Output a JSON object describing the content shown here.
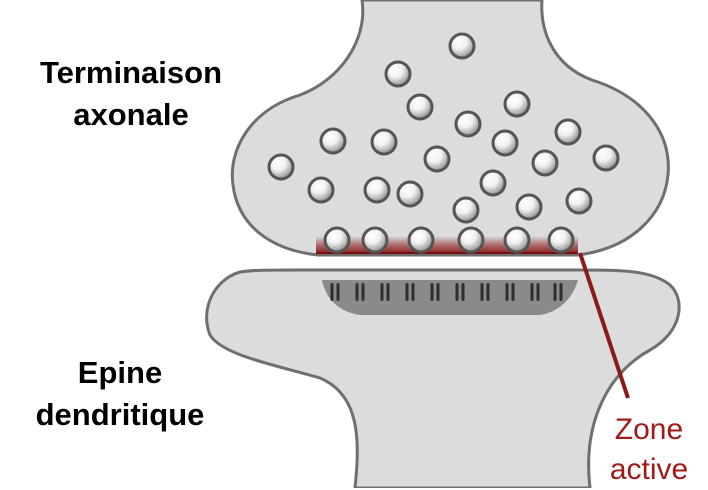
{
  "labels": {
    "axon_terminal": [
      "Terminaison",
      "axonale"
    ],
    "dendritic_spine": [
      "Epine",
      "dendritique"
    ],
    "active_zone": [
      "Zone",
      "active"
    ]
  },
  "colors": {
    "cell_fill": "#dcdcdc",
    "cell_outline": "#6f6f6f",
    "postsynaptic_density": "#8a8a8a",
    "receptor": "#2e2e2e",
    "active_zone": "#8b1a1a",
    "vesicle_stroke": "#555555",
    "text": "#000000",
    "active_zone_text": "#a01a1a"
  }
}
